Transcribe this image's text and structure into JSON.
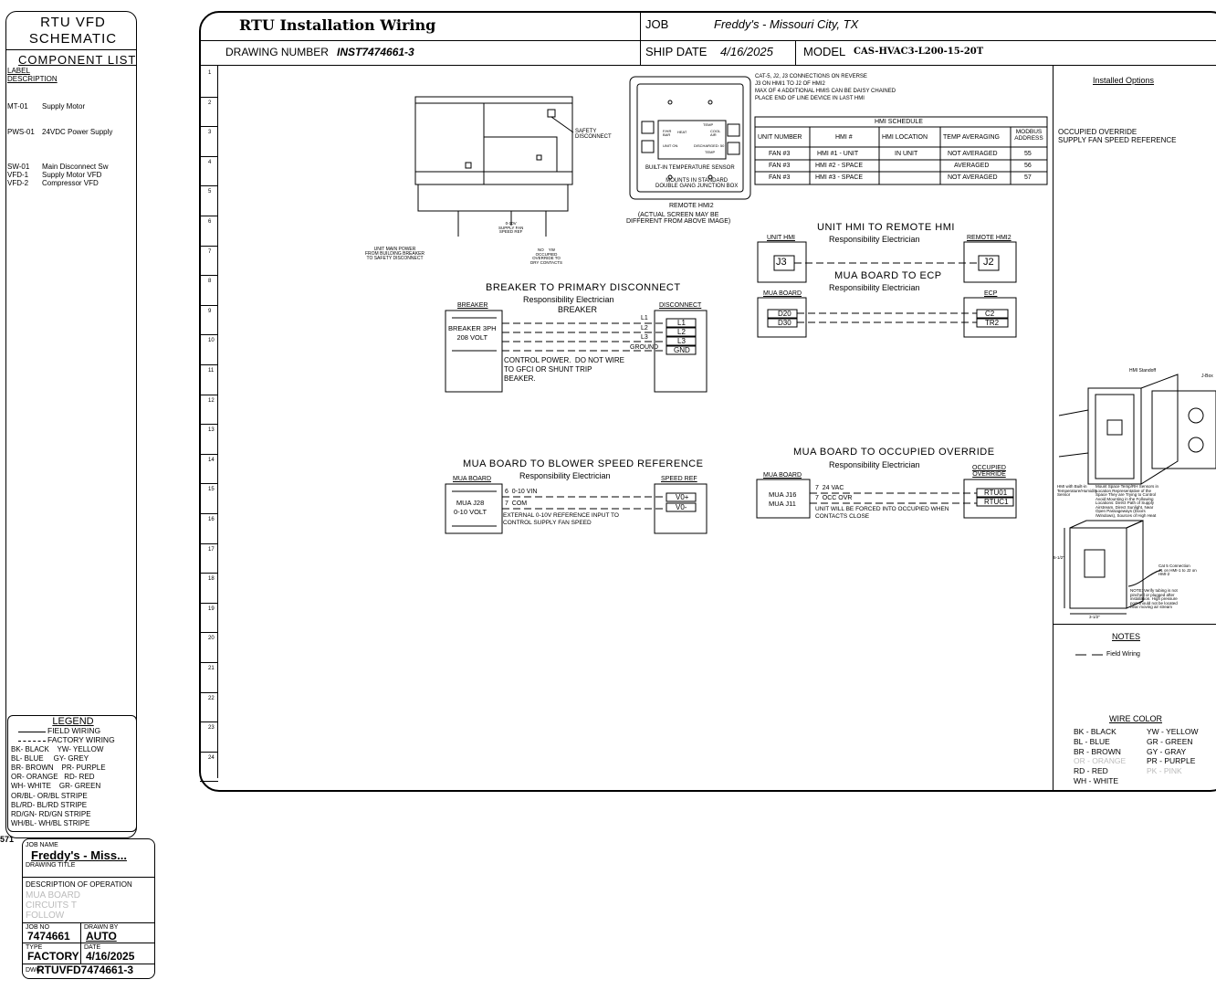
{
  "left_panel": {
    "title_l1": "RTU VFD",
    "title_l2": "SCHEMATIC",
    "component_list_title": "COMPONENT LIST",
    "label_hdr": "LABEL",
    "desc_hdr": "DESCRIPTION",
    "components": [
      {
        "label": "MT-01",
        "desc": "Supply Motor"
      },
      {
        "label": "PWS-01",
        "desc": "24VDC Power Supply"
      },
      {
        "label": "SW-01",
        "desc": "Main Disconnect Sw"
      },
      {
        "label": "VFD-1",
        "desc": "Supply Motor VFD"
      },
      {
        "label": "VFD-2",
        "desc": "Compressor VFD"
      }
    ],
    "legend_title": "LEGEND",
    "legend_field": "FIELD WIRING",
    "legend_factory": "FACTORY WIRING",
    "legend_rows": [
      "BK- BLACK    YW- YELLOW",
      "BL- BLUE     GY- GREY",
      "BR- BROWN    PR- PURPLE",
      "OR- ORANGE   RD- RED",
      "WH- WHITE    GR- GREEN",
      "OR/BL- OR/BL STRIPE",
      "BL/RD- BL/RD STRIPE",
      "RD/GN- RD/GN STRIPE",
      "WH/BL- WH/BL STRIPE"
    ],
    "side_marker": "571",
    "job_name_lbl": "JOB NAME",
    "job_name": "Freddy's - Miss...",
    "drawing_title_lbl": "DRAWING TITLE",
    "desc_op_lbl": "DESCRIPTION OF OPERATION",
    "desc_op_lines": [
      "MUA BOARD",
      "CIRCUITS T",
      "FOLLOW"
    ],
    "job_no_lbl": "JOB NO",
    "job_no": "7474661",
    "drawn_by_lbl": "DRAWN BY",
    "drawn_by": "AUTO",
    "type_lbl": "TYPE",
    "type": "FACTORY",
    "date_lbl": "DATE",
    "date": "4/16/2025",
    "dwg_lbl": "DWG",
    "dwg": "RTUVFD7474661-3"
  },
  "title_block": {
    "title": "RTU Installation Wiring",
    "job_lbl": "JOB",
    "job": "Freddy's - Missouri City, TX",
    "drawing_number_lbl": "DRAWING NUMBER",
    "drawing_number": "INST7474661-3",
    "ship_date_lbl": "SHIP DATE",
    "ship_date": "4/16/2025",
    "model_lbl": "MODEL",
    "model": "CAS-HVAC3-L200-15-20T"
  },
  "row_numbers": [
    "1",
    "2",
    "3",
    "4",
    "5",
    "6",
    "7",
    "8",
    "9",
    "10",
    "11",
    "12",
    "13",
    "14",
    "15",
    "16",
    "17",
    "18",
    "19",
    "20",
    "21",
    "22",
    "23",
    "24"
  ],
  "unit_drawing": {
    "safety_disconnect": "SAFETY\nDISCONNECT",
    "main_power": "UNIT MAIN POWER\nFROM BUILDING BREAKER\nTO SAFETY DISCONNECT",
    "supply_fan": "0-10V\nSUPPLY FAN\nSPEED REF",
    "occupied": "NO    YW\nOCCUPIED\nOVERRIDE TO\nDRY CONTACTS"
  },
  "hmi": {
    "notes": [
      "CAT-5, J2, J3 CONNECTIONS ON REVERSE",
      "J3 ON HMI1 TO J2 OF HMI2",
      "MAX OF 4 ADDITIONAL HMIS CAN BE DAISY CHAINED",
      "PLACE END OF LINE DEVICE IN LAST HMI"
    ],
    "sensor_lbl": "BUILT-IN TEMPERATURE SENSOR",
    "mount_lbl": "MOUNTS IN STANDARD\nDOUBLE GANG JUNCTION BOX",
    "remote_lbl": "REMOTE HMI2",
    "actual_lbl": "(ACTUAL SCREEN MAY BE\nDIFFERENT FROM ABOVE IMAGE)",
    "screen_texts": [
      "TEMP",
      "HEAT",
      "COOL\nAIR",
      "UNIT ON",
      "DISCHARGED: 50",
      "TEMP",
      "F/HR\nBAR"
    ],
    "schedule_title": "HMI SCHEDULE",
    "schedule_headers": [
      "UNIT NUMBER",
      "HMI #",
      "HMI LOCATION",
      "TEMP AVERAGING",
      "MODBUS ADDRESS"
    ],
    "schedule_rows": [
      [
        "FAN #3",
        "HMI #1 - UNIT",
        "IN UNIT",
        "NOT AVERAGED",
        "55"
      ],
      [
        "FAN #3",
        "HMI #2 - SPACE",
        "",
        "AVERAGED",
        "56"
      ],
      [
        "FAN #3",
        "HMI #3 - SPACE",
        "",
        "NOT AVERAGED",
        "57"
      ]
    ]
  },
  "breaker_section": {
    "title": "BREAKER TO PRIMARY DISCONNECT",
    "resp": "Responsibility Electrician",
    "resp2": "BREAKER",
    "breaker_lbl": "BREAKER",
    "breaker_desc": "BREAKER 3PH\n208 VOLT",
    "disconnect_lbl": "DISCONNECT",
    "wires": [
      "L1",
      "L2",
      "L3",
      "GROUND"
    ],
    "terminals": [
      "L1",
      "L2",
      "L3",
      "GND"
    ],
    "note": "CONTROL POWER.  DO NOT WIRE\nTO GFCI OR SHUNT TRIP\nBEAKER."
  },
  "hmi_wiring": {
    "title": "UNIT HMI TO REMOTE HMI",
    "resp": "Responsibility Electrician",
    "unit_hmi_lbl": "UNIT HMI",
    "remote_hmi_lbl": "REMOTE HMI2",
    "j3": "J3",
    "j2": "J2",
    "mua_title": "MUA BOARD TO ECP",
    "mua_resp": "Responsibility Electrician",
    "mua_lbl": "MUA BOARD",
    "ecp_lbl": "ECP",
    "mua_terms": [
      "D20",
      "D30"
    ],
    "ecp_terms": [
      "C2",
      "TR2"
    ]
  },
  "blower_section": {
    "title": "MUA BOARD TO BLOWER SPEED REFERENCE",
    "resp": "Responsibility Electrician",
    "mua_lbl": "MUA BOARD",
    "speed_lbl": "SPEED REF",
    "mua_desc": "MUA J28\n0-10 VOLT",
    "wires": [
      "6  0-10 VIN",
      "7  COM"
    ],
    "terminals": [
      "V0+",
      "V0-"
    ],
    "note": "EXTERNAL 0-10V REFERENCE INPUT TO\nCONTROL SUPPLY FAN SPEED"
  },
  "occupied_section": {
    "title": "MUA BOARD TO OCCUPIED OVERRIDE",
    "resp": "Responsibility Electrician",
    "mua_lbl": "MUA BOARD",
    "occ_lbl": "OCCUPIED\nOVERRIDE",
    "mua_desc": "MUA J16\nMUA J11",
    "wires": [
      "7  24 VAC",
      "7  OCC OVR"
    ],
    "terminals": [
      "RTU01",
      "RTUC1"
    ],
    "note": "UNIT WILL BE FORCED INTO OCCUPIED WHEN\nCONTACTS CLOSE"
  },
  "right_panel": {
    "installed_title": "Installed Options",
    "options": [
      "OCCUPIED OVERRIDE",
      "SUPPLY FAN SPEED REFERENCE"
    ],
    "hmi_standoff": "HMI Standoff",
    "jbox": "J-Box",
    "hmi_builtin": "HMI with Built-in\nTemperature/Humidity\nSensor",
    "mount_note": "Mount Space Temp/RH Sensors in\nLocation Representative of the\nSpace They are Trying to Control\nAvoid Mounting in the Following\nLocations: Direct Path of Supply\nAirstream, Direct Sunlight, Near\nOpen Passageways (Doors\n/Windows), Sources of High Heat",
    "dim": "5-1/2\"",
    "dim2": "3-1/2\"",
    "cat5": "Cat 5 Connection\nJ1 on HMI-1 to J2 on\nHMI-2",
    "verify": "NOTE: Verify tubing is not\npinched or plugged after\ninstallation. High pressure\nport should not be located\nnear moving air stream",
    "notes_title": "NOTES",
    "field_wiring": "Field Wiring",
    "wire_color_title": "WIRE COLOR",
    "wire_colors_left": [
      "BK - BLACK",
      "BL - BLUE",
      "BR - BROWN",
      "OR - ORANGE",
      "RD - RED",
      "WH - WHITE"
    ],
    "wire_colors_right": [
      "YW - YELLOW",
      "GR - GREEN",
      "GY - GRAY",
      "PR - PURPLE",
      "PK - PINK"
    ]
  }
}
